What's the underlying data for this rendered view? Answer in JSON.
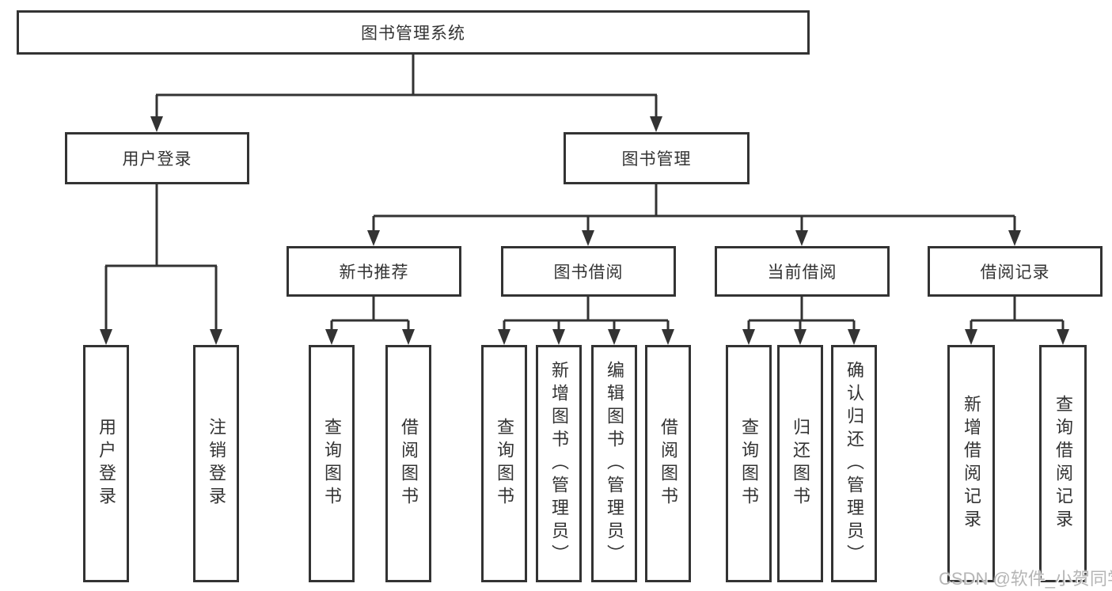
{
  "colors": {
    "background": "#ffffff",
    "line": "#333333",
    "border": "#333333",
    "text": "#333333",
    "watermark": "#b5b5b5"
  },
  "tree": {
    "root": "图书管理系统",
    "user_login": {
      "label": "用户登录",
      "children": [
        "用户登录",
        "注销登录"
      ]
    },
    "book_mgmt": {
      "label": "图书管理",
      "sections": {
        "new_books": {
          "label": "新书推荐",
          "children": [
            "查询图书",
            "借阅图书"
          ]
        },
        "borrowing": {
          "label": "图书借阅",
          "children": [
            "查询图书",
            "新增图书（管理员）",
            "编辑图书（管理员）",
            "借阅图书"
          ]
        },
        "current": {
          "label": "当前借阅",
          "children": [
            "查询图书",
            "归还图书",
            "确认归还（管理员）"
          ]
        },
        "records": {
          "label": "借阅记录",
          "children": [
            "新增借阅记录",
            "查询借阅记录"
          ]
        }
      }
    }
  },
  "watermark": "CSDN @软件_小贺同学"
}
